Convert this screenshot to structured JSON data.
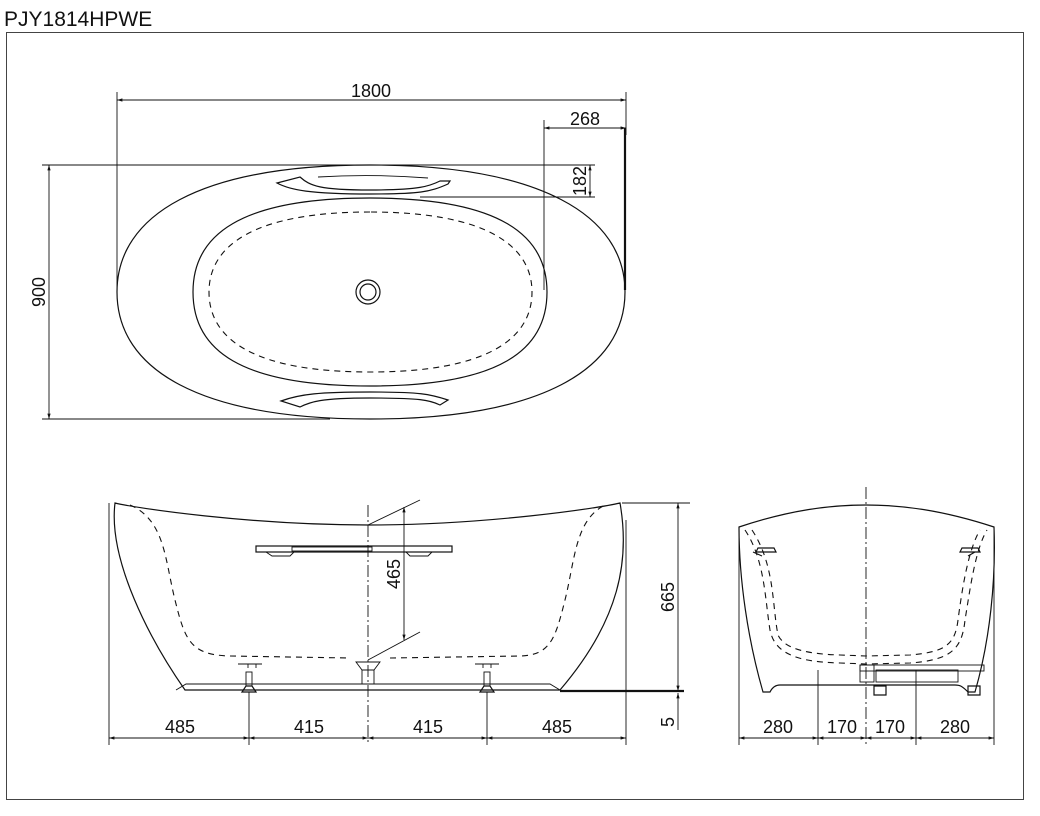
{
  "header": {
    "model_code": "PJY1814HPWE"
  },
  "top_view": {
    "dimensions": {
      "overall_length": "1800",
      "overall_width": "900",
      "armrest_offset": "268",
      "armrest_depth": "182"
    },
    "features": [
      "outer-rim",
      "inner-basin",
      "basin-floor-dashed",
      "drain",
      "headrest-top",
      "headrest-bottom"
    ]
  },
  "side_view": {
    "dimensions": {
      "overall_height": "665",
      "floor_clearance": "5",
      "basin_depth": "465",
      "foot_spacing": [
        "485",
        "415",
        "415",
        "485"
      ]
    }
  },
  "end_view": {
    "dimensions": {
      "foot_spacing": [
        "280",
        "170",
        "170",
        "280"
      ]
    }
  },
  "colors": {
    "line": "#111111",
    "background": "#ffffff",
    "frame": "#444444"
  }
}
